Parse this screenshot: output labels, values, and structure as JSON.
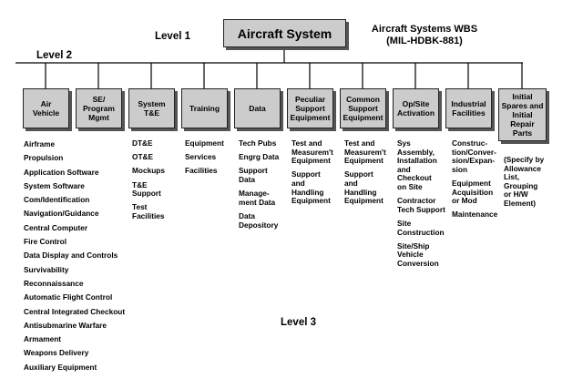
{
  "labels": {
    "level1": "Level 1",
    "level2": "Level 2",
    "level3": "Level 3",
    "wbs_title_1": "Aircraft Systems WBS",
    "wbs_title_2": "(MIL-HDBK-881)"
  },
  "root": "Aircraft System",
  "elements": [
    {
      "box": "Air\nVehicle",
      "items": [
        "Airframe",
        "Propulsion",
        "Application Software",
        "System Software",
        "Com/Identification",
        "Navigation/Guidance",
        "Central Computer",
        "Fire Control",
        "Data Display and Controls",
        "Survivability",
        "Reconnaissance",
        "Automatic Flight Control",
        "Central Integrated Checkout",
        "Antisubmarine Warfare",
        "Armament",
        "Weapons Delivery",
        "Auxiliary Equipment"
      ]
    },
    {
      "box": "SE/\nProgram\nMgmt",
      "items": []
    },
    {
      "box": "System\nT&E",
      "items": [
        "DT&E",
        "OT&E",
        "Mockups",
        "T&E\nSupport",
        "Test\nFacilities"
      ]
    },
    {
      "box": "Training",
      "items": [
        "Equipment",
        "Services",
        "Facilities"
      ]
    },
    {
      "box": "Data",
      "items": [
        "Tech Pubs",
        "Engrg Data",
        "Support\nData",
        "Manage-\nment Data",
        "Data\nDepository"
      ]
    },
    {
      "box": "Peculiar\nSupport\nEquipment",
      "items": [
        "Test and\nMeasurem't\nEquipment",
        "Support\nand\nHandling\nEquipment"
      ]
    },
    {
      "box": "Common\nSupport\nEquipment",
      "items": [
        "Test and\nMeasurem't\nEquipment",
        "Support\nand\nHandling\nEquipment"
      ]
    },
    {
      "box": "Op/Site\nActivation",
      "items": [
        "Sys\nAssembly,\nInstallation\nand\nCheckout\non Site",
        "Contractor\nTech Support",
        "Site\nConstruction",
        "Site/Ship\nVehicle\nConversion"
      ]
    },
    {
      "box": "Industrial\nFacilities",
      "items": [
        "Construc-\ntion/Conver-\nsion/Expan-\nsion",
        "Equipment\nAcquisition\nor Mod",
        "Maintenance"
      ]
    },
    {
      "box": "Initial\nSpares and\nInitial\nRepair\nParts",
      "items": [
        "(Specify by\nAllowance\nList,\nGrouping\nor H/W\nElement)"
      ]
    }
  ]
}
